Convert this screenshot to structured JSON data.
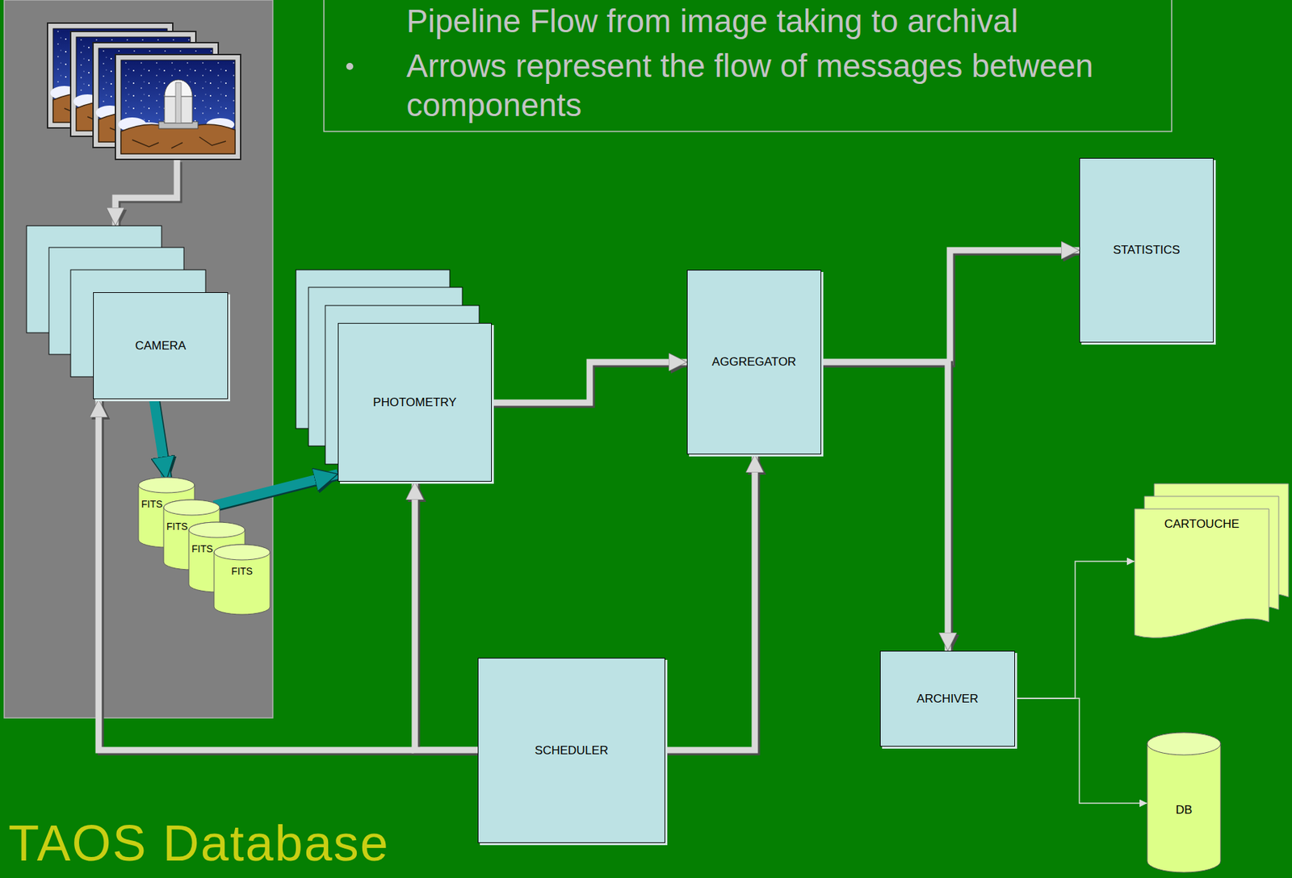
{
  "diagram": {
    "title": "TAOS Database",
    "nodes": [
      {
        "text": [
          "CAMERA"
        ]
      },
      {
        "text": [
          "FITS"
        ]
      },
      {
        "text": [
          "FITS"
        ]
      },
      {
        "text": [
          "FITS"
        ]
      },
      {
        "text": [
          "FITS"
        ]
      },
      {
        "text": [
          "PHOTOMETRY"
        ]
      },
      {
        "text": [
          "AGGREGATOR"
        ]
      },
      {
        "text": [
          "STATISTICS"
        ]
      },
      {
        "text": [
          "SCHEDULER"
        ]
      },
      {
        "text": [
          "ARCHIVER"
        ]
      },
      {
        "text": [
          "CARTOUCHE"
        ]
      },
      {
        "text": [
          "DB"
        ]
      }
    ],
    "edges": [
      {
        "from": 5,
        "to": 6,
        "arrow": "to"
      },
      {
        "from": 6,
        "to": 7,
        "arrow": "to"
      },
      {
        "from": 6,
        "to": 9,
        "arrow": "to"
      },
      {
        "from": 8,
        "to": 0,
        "arrow": "to"
      },
      {
        "from": 8,
        "to": 5,
        "arrow": "to"
      },
      {
        "from": 8,
        "to": 6,
        "arrow": "to"
      },
      {
        "from": 9,
        "to": 10,
        "arrow": "to"
      },
      {
        "from": 9,
        "to": 11,
        "arrow": "to"
      },
      {
        "from": 0,
        "to": 1,
        "arrow": "to"
      },
      {
        "from": 2,
        "to": 5,
        "arrow": "to"
      }
    ],
    "labels": [
      "Pipeline Flow from image taking to archival",
      "Arrows represent the flow of messages between components"
    ]
  }
}
